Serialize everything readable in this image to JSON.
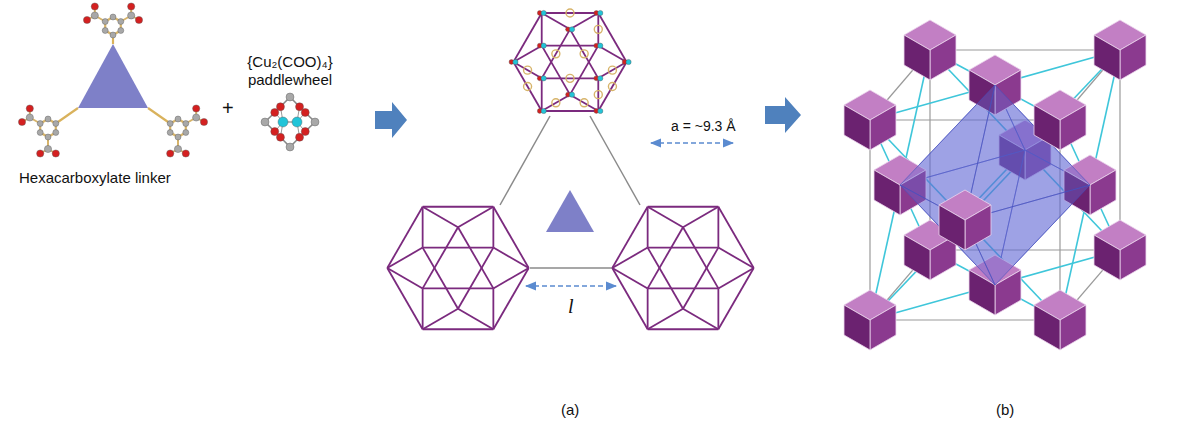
{
  "diagram": {
    "labels": [
      "Hexacarboxylate linker",
      "+",
      "{Cu₂(COO)₄} paddlewheel",
      "a = ~9.3 Å",
      "l",
      "(a)",
      "(b)"
    ]
  }
}
